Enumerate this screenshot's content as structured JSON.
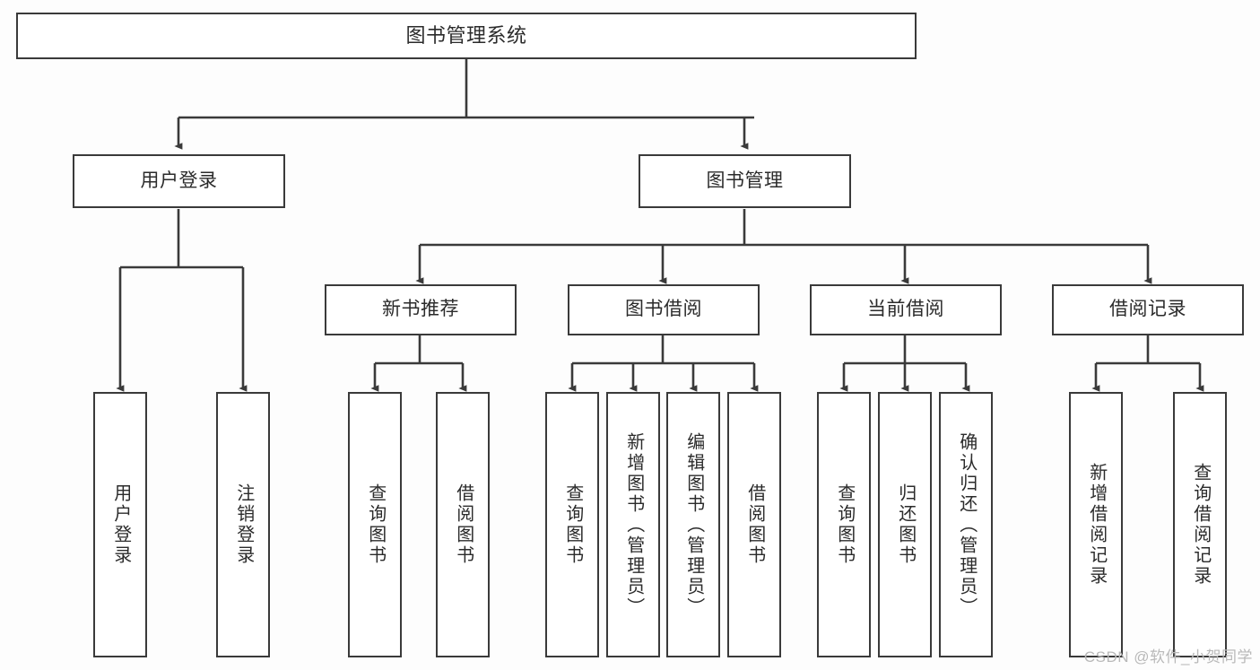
{
  "diagram": {
    "type": "tree",
    "title": "图书管理系统",
    "background_color": "#fdfdfd",
    "line_color": "#3a3a3a",
    "text_color": "#2b2b2b",
    "nodes": {
      "root": {
        "label": "图书管理系统",
        "level": 0
      },
      "l1": [
        {
          "label": "用户登录"
        },
        {
          "label": "图书管理"
        }
      ],
      "l2": [
        {
          "label": "新书推荐"
        },
        {
          "label": "图书借阅"
        },
        {
          "label": "当前借阅"
        },
        {
          "label": "借阅记录"
        }
      ],
      "leaves": {
        "user_login": [
          {
            "label": "用户登录"
          },
          {
            "label": "注销登录"
          }
        ],
        "new_book": [
          {
            "label": "查询图书"
          },
          {
            "label": "借阅图书"
          }
        ],
        "book_borrow": [
          {
            "label": "查询图书"
          },
          {
            "label": "新增图书（管理员）"
          },
          {
            "label": "编辑图书（管理员）"
          },
          {
            "label": "借阅图书"
          }
        ],
        "current_borrow": [
          {
            "label": "查询图书"
          },
          {
            "label": "归还图书"
          },
          {
            "label": "确认归还（管理员）"
          }
        ],
        "borrow_record": [
          {
            "label": "新增借阅记录"
          },
          {
            "label": "查询借阅记录"
          }
        ]
      }
    }
  },
  "watermark": {
    "text": "CSDN @软件_小贺同学"
  }
}
